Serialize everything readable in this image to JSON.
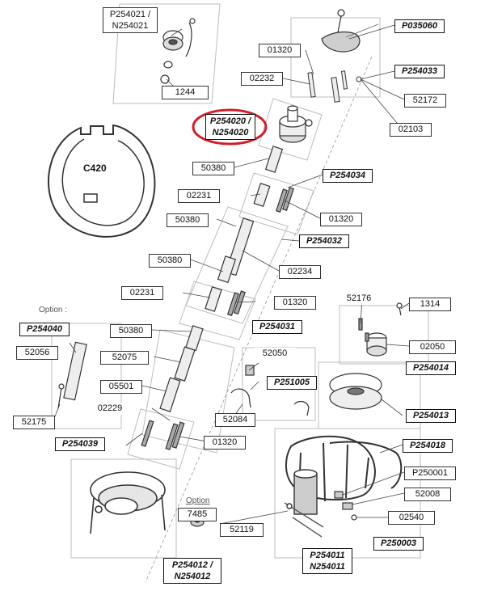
{
  "parts": {
    "p254021": "P254021 /\nN254021",
    "p035060": "P035060",
    "l01320_top": "01320",
    "l02232": "02232",
    "p254033": "P254033",
    "l1244": "1244",
    "l52172": "52172",
    "p254020": "P254020 /\nN254020",
    "l02103": "02103",
    "c420": "C420",
    "l50380_a": "50380",
    "p254034": "P254034",
    "l02231_a": "02231",
    "l01320_b": "01320",
    "l50380_b": "50380",
    "p254032": "P254032",
    "l50380_c": "50380",
    "l02234": "02234",
    "l02231_b": "02231",
    "l01320_c": "01320",
    "l52176": "52176",
    "l1314": "1314",
    "option_left": "Option :",
    "p254040": "P254040",
    "l50380_d": "50380",
    "p254031": "P254031",
    "l52056": "52056",
    "l52075": "52075",
    "l52050": "52050",
    "l02050": "02050",
    "p254014": "P254014",
    "l05501": "05501",
    "p251005": "P251005",
    "l02229": "02229",
    "p254013": "P254013",
    "l52175": "52175",
    "l52084": "52084",
    "p254039": "P254039",
    "l01320_d": "01320",
    "p254018": "P254018",
    "p250001": "P250001",
    "l52008": "52008",
    "option_bottom": "Option",
    "l7485": "7485",
    "l02540": "02540",
    "l52119": "52119",
    "p250003": "P250003",
    "p254011": "P254011\nN254011",
    "p254012": "P254012 /\nN254012"
  },
  "highlight_color": "#d0202a"
}
